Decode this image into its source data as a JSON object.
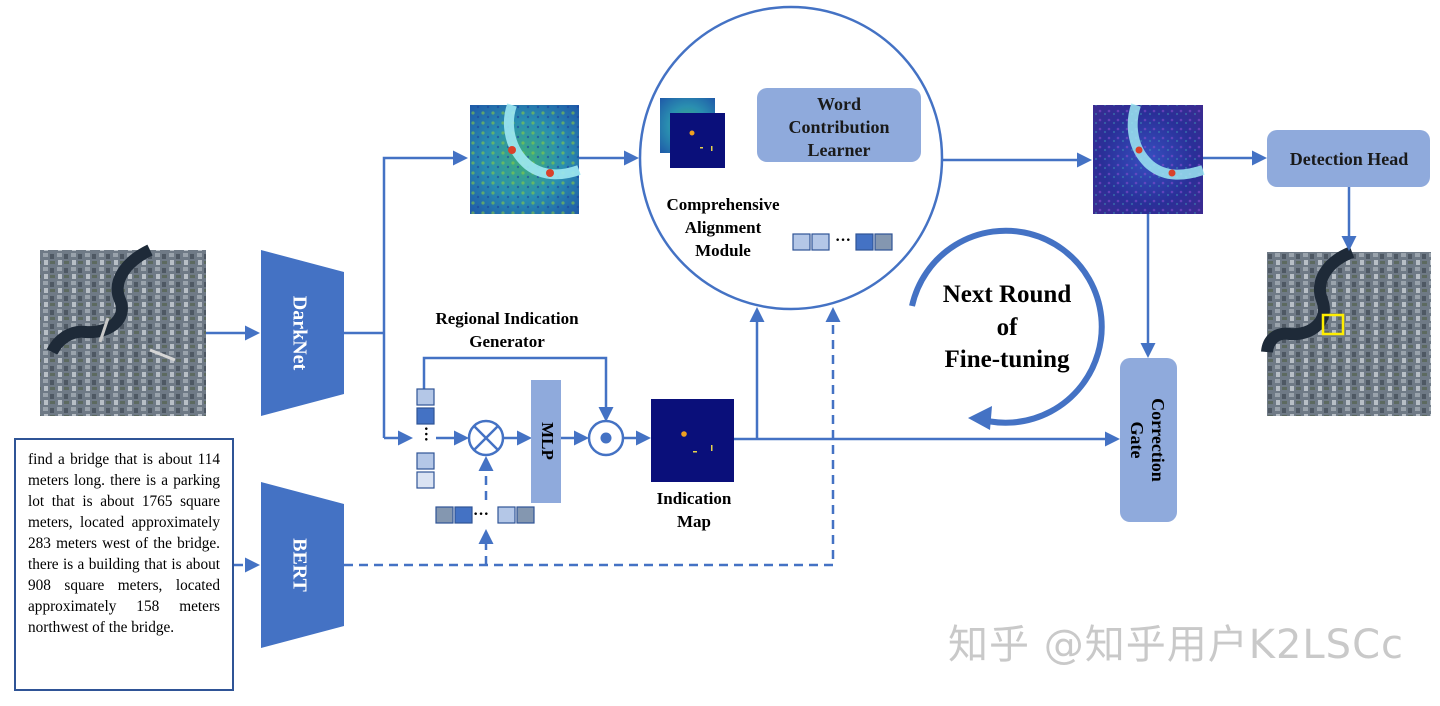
{
  "modules": {
    "darknet": "DarkNet",
    "bert": "BERT",
    "mlp": "MLP",
    "word_contribution": [
      "Word",
      "Contribution",
      "Learner"
    ],
    "comprehensive_alignment": [
      "Comprehensive",
      "Alignment",
      "Module"
    ],
    "regional_indication": [
      "Regional Indication",
      "Generator"
    ],
    "indication_map": [
      "Indication",
      "Map"
    ],
    "detection_head": "Detection Head",
    "correction_gate": [
      "Correction",
      "Gate"
    ],
    "next_round": [
      "Next Round",
      "of",
      "Fine-tuning"
    ]
  },
  "ellipsis": "···",
  "query_text": "find a bridge that is about 114 meters long. there is a parking lot that is about 1765 square meters, located approximately 283 meters west of the bridge. there is a building that is about 908 square meters, located approximately 158 meters northwest of the bridge.",
  "watermark": "知乎 @知乎用户K2LSCc",
  "colors": {
    "module_dark": "#4472c4",
    "module_light": "#8faadc",
    "arrow": "#4472c4",
    "box_border": "#2f5496",
    "map_bg": "#0a0f7a",
    "heat_bg": "#2a7ab8",
    "detect_box": "#ffee00"
  }
}
